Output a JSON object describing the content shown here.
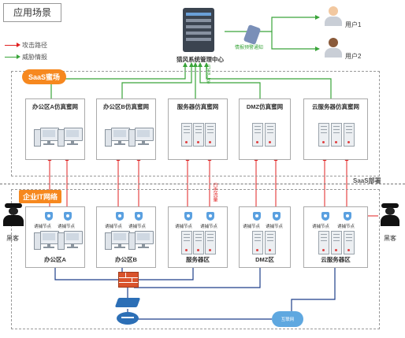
{
  "title": "应用场景",
  "legend": {
    "attack": "攻击路径",
    "intel": "威胁情报"
  },
  "center": {
    "label": "猎风系统管理中心",
    "notify": "情报预警通知",
    "sync": "日志汇总"
  },
  "users": [
    "用户1",
    "用户2"
  ],
  "saas": {
    "tag": "SaaS蜜场",
    "deploy": "SaaS部署",
    "boxes": [
      "办公区A仿真蜜网",
      "办公区B仿真蜜网",
      "服务器仿真蜜网",
      "DMZ仿真蜜网",
      "云服务器仿真蜜网"
    ]
  },
  "enterprise": {
    "tag": "企业IT网络",
    "probe": "诱捕节点",
    "zones": [
      "办公区A",
      "办公区B",
      "服务器区",
      "DMZ区",
      "云服务器区"
    ],
    "link": "日志流量",
    "internet": "互联网"
  },
  "hackers": [
    "黑客",
    "黑客"
  ],
  "colors": {
    "attack": "#e02020",
    "intel": "#3aa53a",
    "tag": "#f6881f"
  }
}
